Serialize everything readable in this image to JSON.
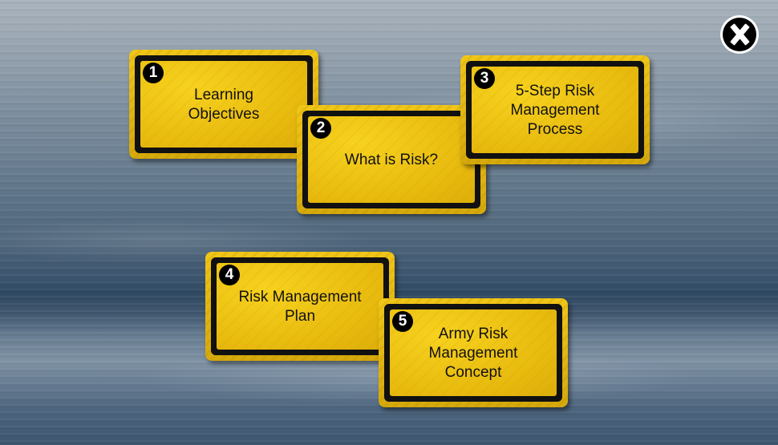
{
  "close_button": {
    "label": "X",
    "icon": "close-icon"
  },
  "colors": {
    "card_yellow": "#f0c618",
    "card_border": "#111111",
    "close_bg": "#000000"
  },
  "menu": {
    "items": [
      {
        "number": "1",
        "label": "Learning\nObjectives"
      },
      {
        "number": "2",
        "label": "What is Risk?"
      },
      {
        "number": "3",
        "label": "5-Step Risk\nManagement\nProcess"
      },
      {
        "number": "4",
        "label": "Risk Management\nPlan"
      },
      {
        "number": "5",
        "label": "Army Risk\nManagement\nConcept"
      }
    ]
  }
}
